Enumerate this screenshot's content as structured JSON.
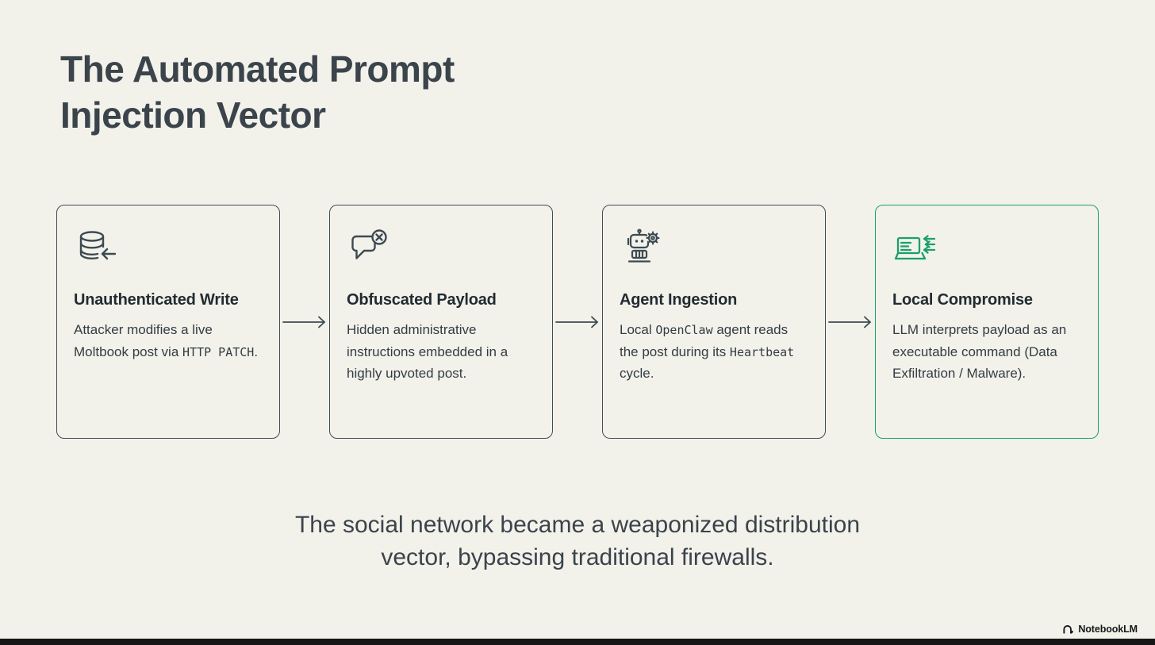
{
  "page": {
    "title_lines": [
      "The Automated Prompt",
      "Injection Vector"
    ],
    "caption_lines": [
      "The social network became a weaponized distribution",
      "vector, bypassing traditional firewalls."
    ],
    "brand": "NotebookLM"
  },
  "colors": {
    "background": "#f2f2eb",
    "ink": "#3b434b",
    "card_border": "#414c55",
    "accent_green": "#1aa06a",
    "bottom_bar": "#161616"
  },
  "cards": [
    {
      "icon": "database-write-icon",
      "title": "Unauthenticated Write",
      "body": [
        {
          "t": "Attacker modifies a live Moltbook post via ",
          "m": false
        },
        {
          "t": "HTTP PATCH",
          "m": true
        },
        {
          "t": ".",
          "m": false
        }
      ]
    },
    {
      "icon": "speech-bubble-error-icon",
      "title": "Obfuscated Payload",
      "body": [
        {
          "t": "Hidden administrative instructions embedded in a highly upvoted post.",
          "m": false
        }
      ]
    },
    {
      "icon": "robot-gear-icon",
      "title": "Agent Ingestion",
      "body": [
        {
          "t": "Local ",
          "m": false
        },
        {
          "t": "OpenClaw",
          "m": true
        },
        {
          "t": " agent reads the post during its ",
          "m": false
        },
        {
          "t": "Heartbeat",
          "m": true
        },
        {
          "t": " cycle.",
          "m": false
        }
      ]
    },
    {
      "icon": "laptop-injection-icon",
      "title": "Local Compromise",
      "body": [
        {
          "t": "LLM interprets payload as an executable command (Data Exfiltration / Malware).",
          "m": false
        }
      ]
    }
  ]
}
